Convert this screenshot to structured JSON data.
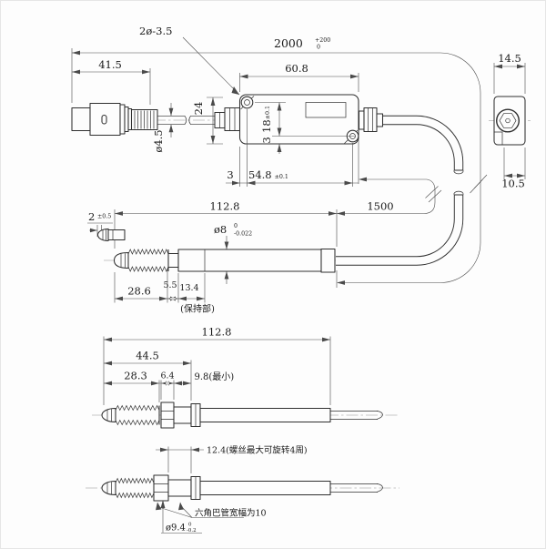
{
  "drawing": {
    "assembly": {
      "connector_len": "41.5",
      "mount_holes": "2ø-3.5",
      "cable_out_len": "2000",
      "cable_out_tol_upper": "+200",
      "cable_out_tol_lower": "0",
      "box_width": "60.8",
      "cable_dia": "ø4.5",
      "box_height": "24",
      "hole_span_v": "18",
      "hole_span_v_tol": "±0.1",
      "hole_edge_v": "3",
      "hole_edge_h": "3",
      "hole_span_h": "54.8",
      "hole_span_h_tol": "±0.1",
      "side_width": "14.5",
      "side_inner_width": "10.5",
      "probe_len": "112.8",
      "probe_cable_len": "1500",
      "shaft_dia": "ø8",
      "shaft_dia_tol_upper": "0",
      "shaft_dia_tol_lower": "-0.022",
      "tip_travel": "2",
      "tip_travel_tol": "±0.5",
      "thread_len": "28.6",
      "neck_len": "5.5",
      "grip_len": "13.4",
      "grip_label": "(保持部)"
    },
    "probe_detail": {
      "total_len": "112.8",
      "front_len": "44.5",
      "thread_len": "28.3",
      "nut_width": "6.4",
      "min_grip": "9.8(最小)"
    },
    "probe_detail2": {
      "screw_travel": "12.4(螺丝最大可旋转4周)",
      "hex_width_note": "六角巴管宽幅为10",
      "flange_dia": "ø9.4",
      "flange_tol_upper": "0",
      "flange_tol_lower": "-0.2"
    }
  }
}
